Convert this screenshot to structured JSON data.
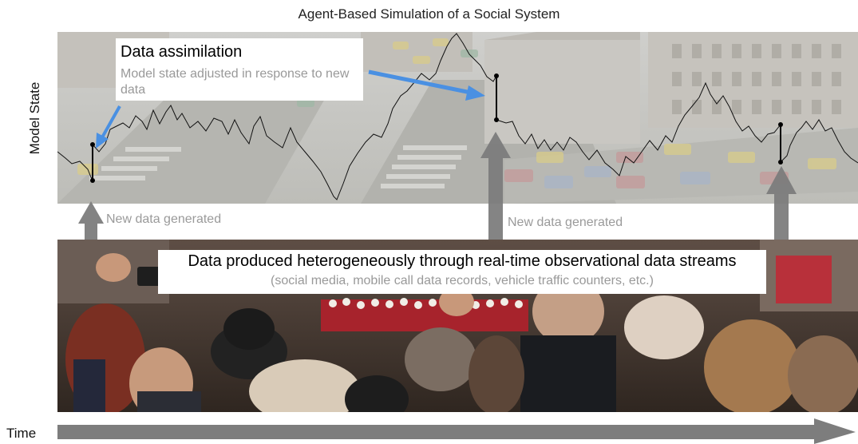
{
  "title": "Agent-Based Simulation of a Social System",
  "y_axis_label": "Model State",
  "x_axis_label": "Time",
  "assimilation": {
    "title": "Data assimilation",
    "description": "Model state adjusted in response to new data"
  },
  "new_data_label_1": "New data generated",
  "new_data_label_2": "New data generated",
  "streams": {
    "title": "Data produced heterogeneously through real-time observational data streams",
    "subtitle": "(social media, mobile call data records, vehicle traffic counters, etc.)"
  },
  "colors": {
    "assimilation_arrow": "#4a90e2",
    "data_arrow": "#808080",
    "trace": "#111111"
  }
}
